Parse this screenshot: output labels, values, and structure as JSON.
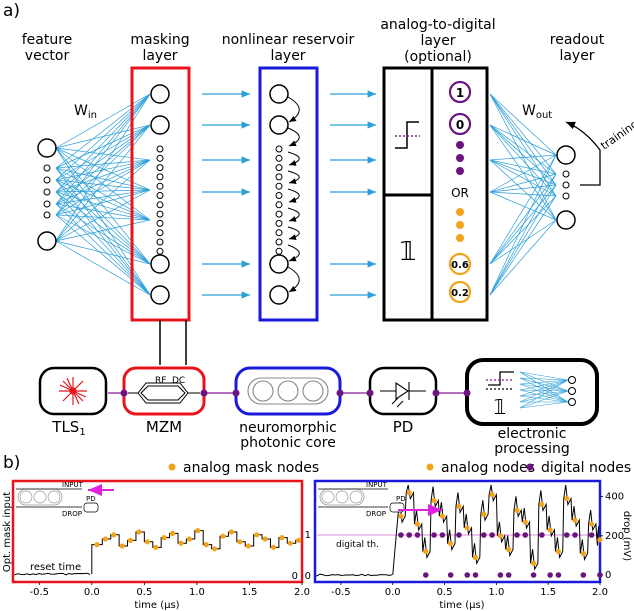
{
  "panel_a": {
    "label": "a)",
    "headers": {
      "feature": [
        "feature",
        "vector"
      ],
      "masking": [
        "masking",
        "layer"
      ],
      "reservoir": [
        "nonlinear reservoir",
        "layer"
      ],
      "adc": [
        "analog-to-digital",
        "layer",
        "(optional)"
      ],
      "readout": [
        "readout",
        "layer"
      ]
    },
    "w_in": {
      "base": "W",
      "sub": "in"
    },
    "w_out": {
      "base": "W",
      "sub": "out"
    },
    "training": "training",
    "adc_values": {
      "top_one": "1",
      "top_zero": "0",
      "or": "OR",
      "val_a": "0.6",
      "val_b": "0.2"
    },
    "components": {
      "tls": {
        "base": "TLS",
        "sub": "1"
      },
      "mzm": "MZM",
      "rf_dc": "RF",
      "dc": "DC",
      "core": [
        "neuromorphic",
        "photonic core"
      ],
      "pd": "PD",
      "electronic": [
        "electronic",
        "processing"
      ]
    },
    "colors": {
      "masking": "#e8141c",
      "reservoir": "#1a1adf",
      "wires": "#2a9fd8",
      "purple": "#6b1480",
      "orange": "#f2a31b",
      "magenta": "#b000b0"
    }
  },
  "panel_b": {
    "label": "b)",
    "left": {
      "legend": "analog mask nodes",
      "ylabel": "Opt. mask input",
      "xlabel": "time (μs)",
      "annotation": "reset time",
      "inset_input": "INPUT",
      "inset_drop": "DROP",
      "inset_pd": "PD",
      "ytick_zero": "0",
      "xticks": [
        "-0.5",
        "0.0",
        "0.5",
        "1.0",
        "1.5",
        "2.0"
      ],
      "frame_color": "#e8141c"
    },
    "right": {
      "legend_analog": "analog nodes",
      "legend_digital": "digital nodes",
      "ylabel_right": "drop (mV)",
      "xlabel": "time (μs)",
      "threshold_label": "digital th.",
      "inset_input": "INPUT",
      "inset_drop": "DROP",
      "inset_pd": "PD",
      "ytick_left_one": "1",
      "ytick_left_zero": "0",
      "yticks_right": [
        "400",
        "200",
        "0"
      ],
      "xticks": [
        "-0.5",
        "0.0",
        "0.5",
        "1.0",
        "1.5",
        "2.0"
      ],
      "frame_color": "#1a1adf"
    }
  },
  "chart_data": [
    {
      "type": "line",
      "title": "",
      "xlabel": "time (μs)",
      "ylabel": "Opt. mask input",
      "xlim": [
        -0.75,
        2.0
      ],
      "series": [
        {
          "name": "analog mask nodes",
          "x": [
            0.02,
            0.1,
            0.18,
            0.26,
            0.34,
            0.42,
            0.5,
            0.58,
            0.66,
            0.74,
            0.82,
            0.9,
            0.98,
            1.06,
            1.14,
            1.22,
            1.3,
            1.38,
            1.46,
            1.54,
            1.62,
            1.7,
            1.78,
            1.86,
            1.94
          ],
          "y": [
            0.42,
            0.5,
            0.56,
            0.4,
            0.48,
            0.6,
            0.46,
            0.38,
            0.52,
            0.58,
            0.44,
            0.5,
            0.62,
            0.42,
            0.36,
            0.54,
            0.6,
            0.46,
            0.4,
            0.56,
            0.5,
            0.38,
            0.52,
            0.44,
            0.48
          ]
        }
      ]
    },
    {
      "type": "line",
      "title": "",
      "xlabel": "time (μs)",
      "ylabel": "drop (mV)",
      "xlim": [
        -0.75,
        2.0
      ],
      "ylim": [
        -20,
        500
      ],
      "series": [
        {
          "name": "analog nodes",
          "x": [
            0.05,
            0.13,
            0.21,
            0.29,
            0.37,
            0.45,
            0.53,
            0.61,
            0.69,
            0.77,
            0.85,
            0.93,
            1.01,
            1.09,
            1.17,
            1.25,
            1.33,
            1.41,
            1.49,
            1.57,
            1.65,
            1.73,
            1.81,
            1.89,
            1.97
          ],
          "y": [
            300,
            420,
            260,
            120,
            380,
            300,
            160,
            350,
            240,
            90,
            310,
            410,
            200,
            130,
            330,
            270,
            60,
            360,
            230,
            120,
            390,
            280,
            110,
            260,
            180
          ]
        },
        {
          "name": "digital nodes",
          "x": [
            0.05,
            0.13,
            0.21,
            0.29,
            0.37,
            0.45,
            0.53,
            0.61,
            0.69,
            0.77,
            0.85,
            0.93,
            1.01,
            1.09,
            1.17,
            1.25,
            1.33,
            1.41,
            1.49,
            1.57,
            1.65,
            1.73,
            1.81,
            1.89,
            1.97
          ],
          "y": [
            1,
            1,
            1,
            0,
            1,
            1,
            0,
            1,
            0,
            0,
            1,
            1,
            0,
            0,
            1,
            1,
            0,
            1,
            0,
            0,
            1,
            1,
            0,
            1,
            0
          ]
        }
      ]
    }
  ]
}
